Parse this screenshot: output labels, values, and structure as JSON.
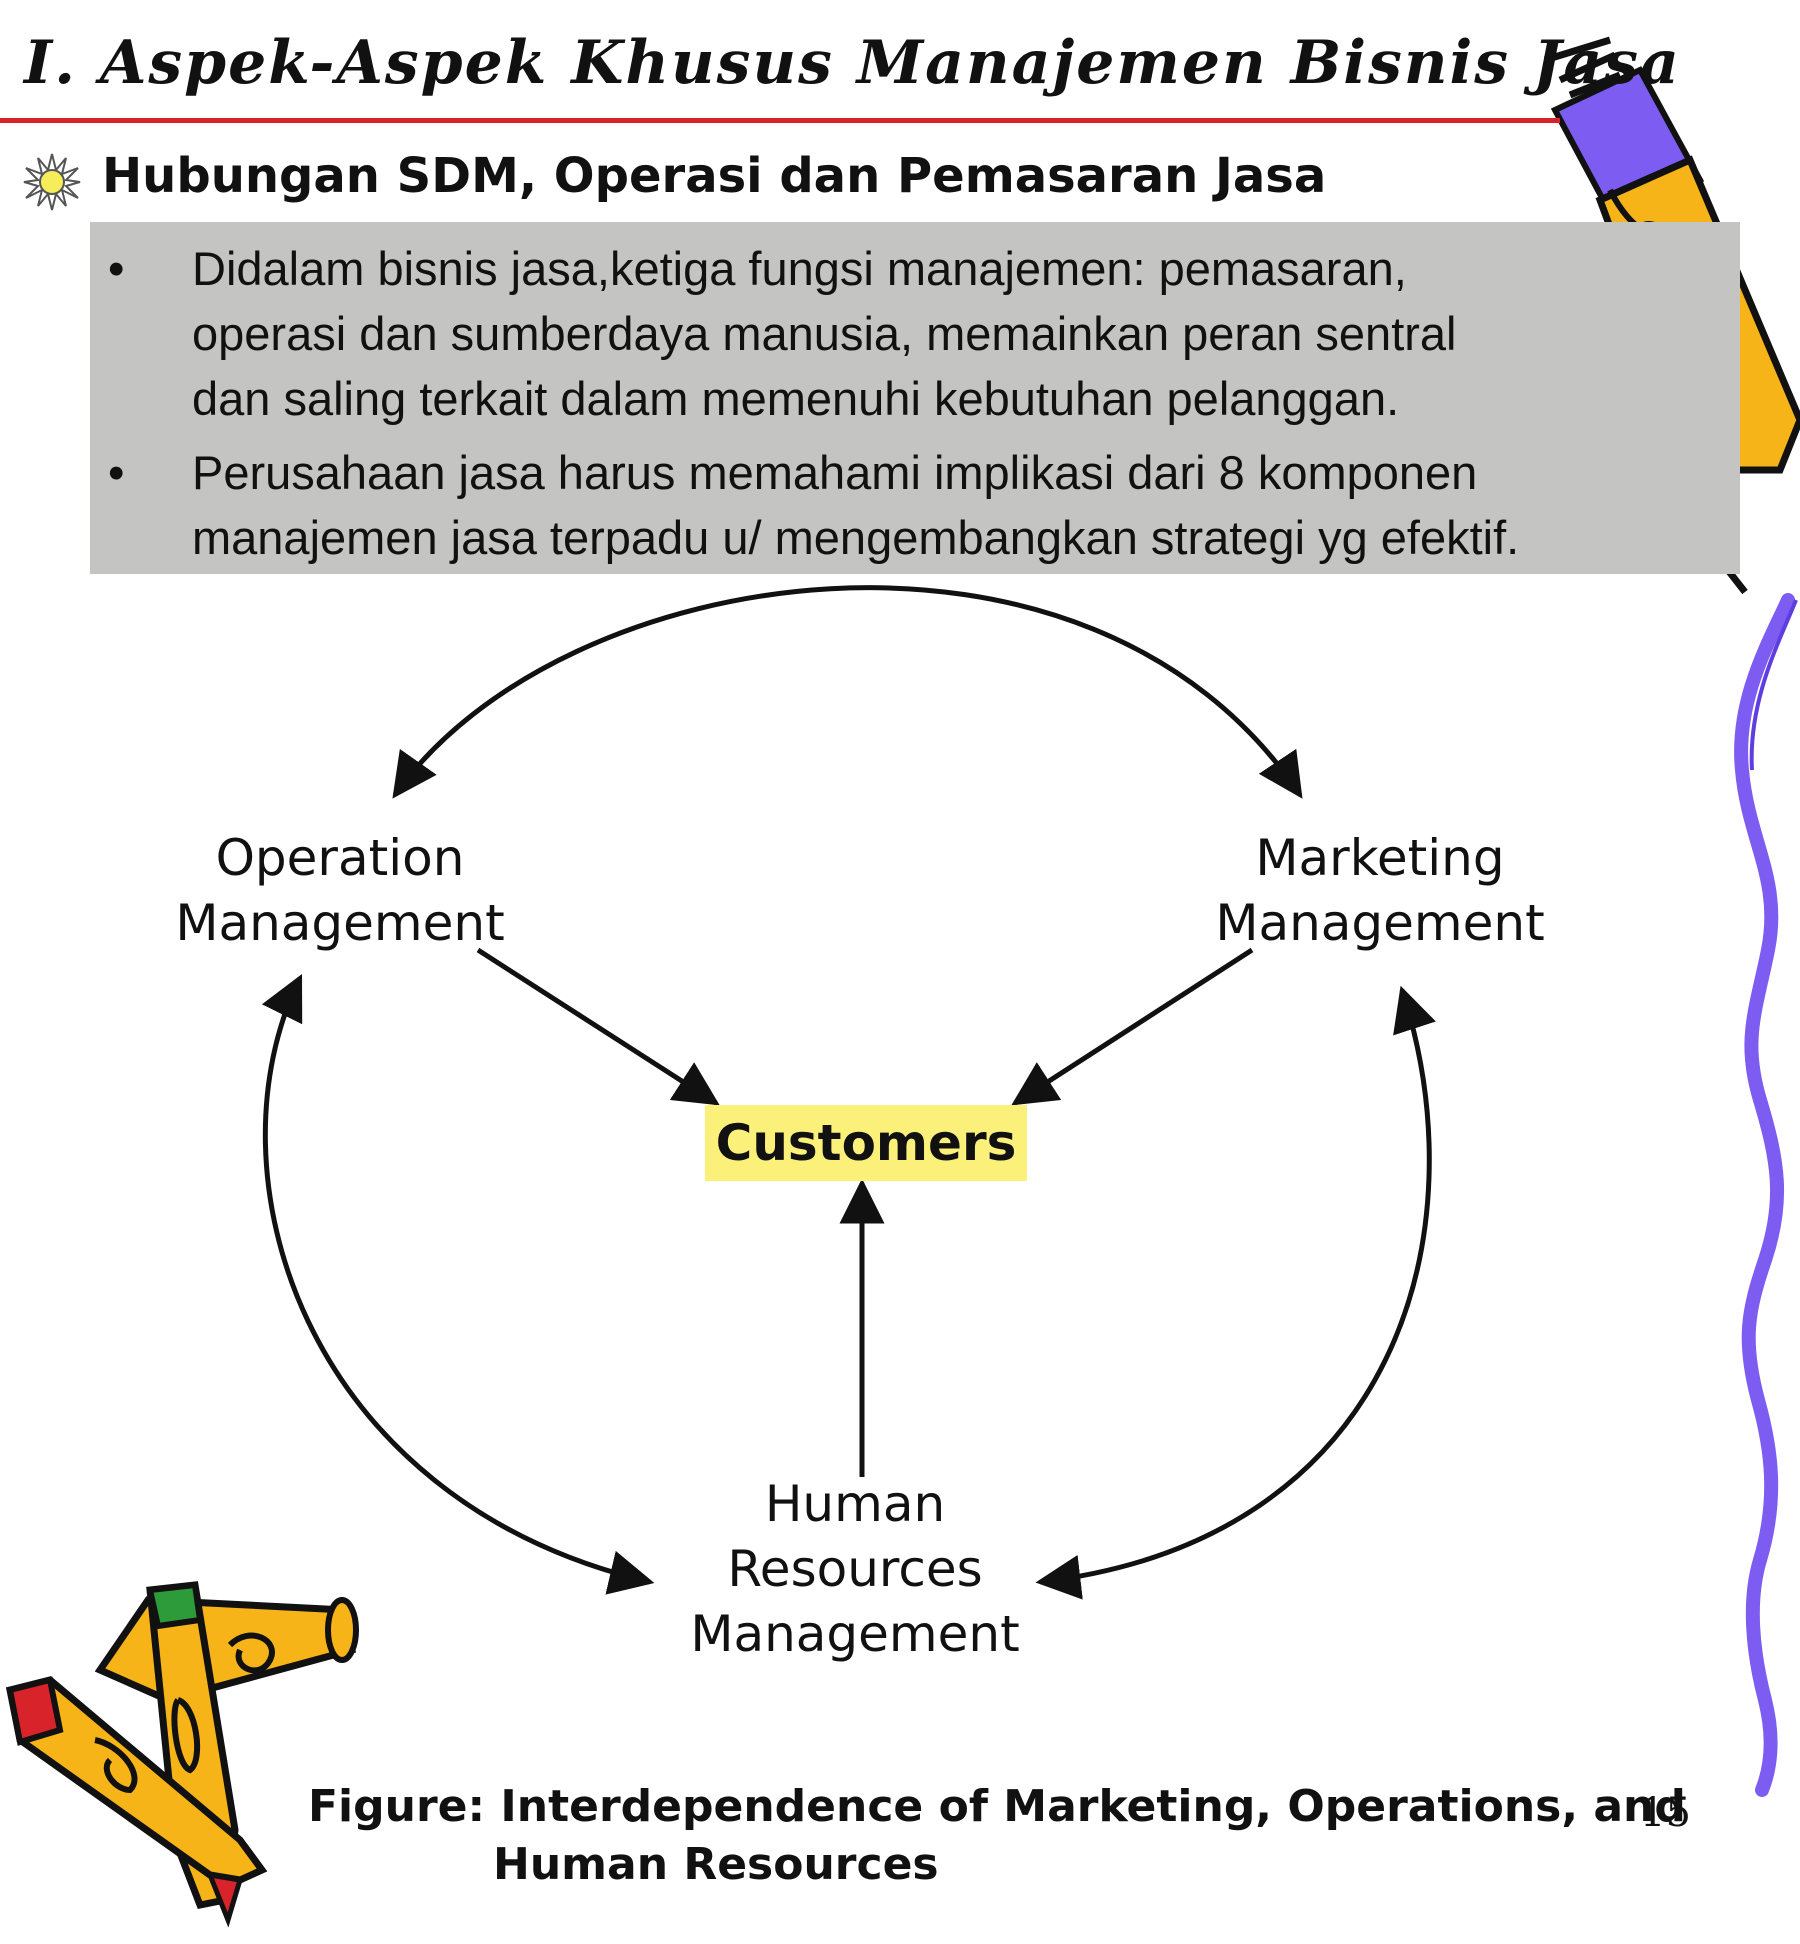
{
  "slide": {
    "title": "I. Aspek-Aspek Khusus Manajemen Bisnis Jasa",
    "subtitle": "Hubungan SDM, Operasi dan Pemasaran Jasa",
    "bullets": [
      {
        "marker": "•",
        "text": "Didalam bisnis jasa,ketiga fungsi manajemen: pemasaran,\noperasi dan sumberdaya manusia, memainkan peran sentral\ndan saling terkait dalam memenuhi kebutuhan pelanggan."
      },
      {
        "marker": "•",
        "text": " Perusahaan jasa harus memahami implikasi dari 8 komponen\nmanajemen jasa terpadu u/ mengembangkan strategi yg efektif."
      }
    ],
    "page_number": "15"
  },
  "diagram": {
    "nodes": {
      "operation": "Operation\nManagement",
      "marketing": "Marketing\nManagement",
      "customers": "Customers",
      "human_resources": "Human\nResources\nManagement"
    },
    "caption_line1": "Figure: Interdependence of Marketing, Operations, and",
    "caption_line2": "Human Resources"
  },
  "colors": {
    "title_rule": "#d8232a",
    "bullet_box": "#c4c4c2",
    "customers_highlight": "#fbf17a",
    "wavy_line": "#7d5cf2",
    "pencil_body": "#f6b418"
  },
  "icons": [
    "sun-icon",
    "pencil-icon",
    "crossed-pencils-icon",
    "wavy-line-decoration"
  ]
}
